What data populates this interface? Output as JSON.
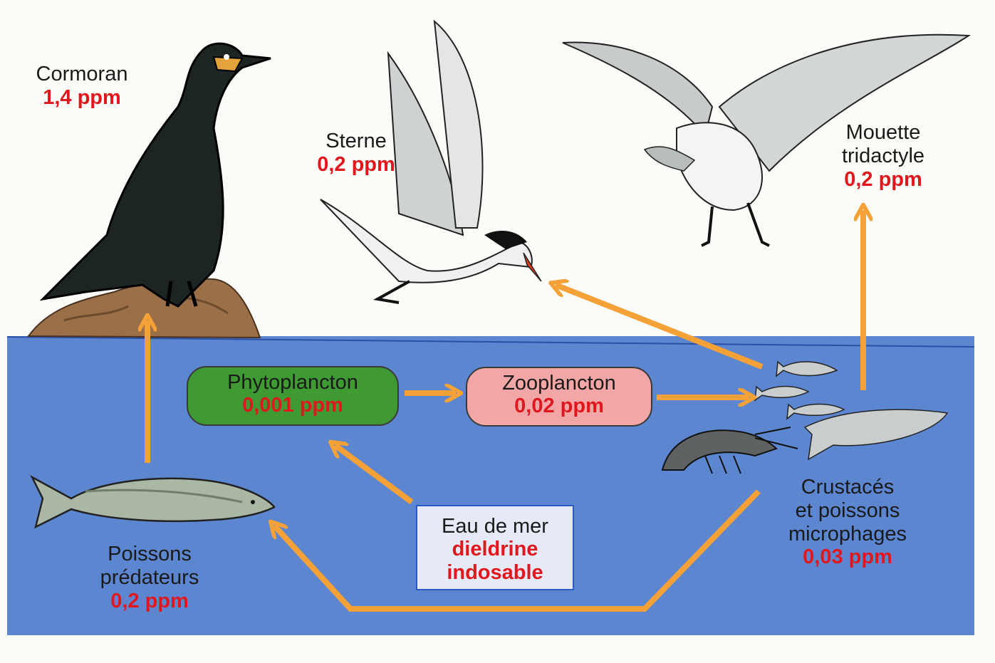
{
  "colors": {
    "sea": "#5c86cf",
    "arrow": "#f4a137",
    "highlight_red": "#e0181e",
    "phyto_box": "#3f9a34",
    "zoo_box": "#f2a6a6",
    "eau_box_border": "#2d59c7"
  },
  "organisms": {
    "cormoran": {
      "name": "Cormoran",
      "value": "1,4 ppm"
    },
    "sterne": {
      "name": "Sterne",
      "value": "0,2 ppm"
    },
    "mouette": {
      "name_line1": "Mouette",
      "name_line2": "tridactyle",
      "value": "0,2 ppm"
    },
    "poissons_predateurs": {
      "name_line1": "Poissons",
      "name_line2": "prédateurs",
      "value": "0,2 ppm"
    },
    "crustaces": {
      "name_line1": "Crustacés",
      "name_line2": "et poissons",
      "name_line3": "microphages",
      "value": "0,03 ppm"
    }
  },
  "boxes": {
    "phytoplancton": {
      "name": "Phytoplancton",
      "value": "0,001 ppm"
    },
    "zooplancton": {
      "name": "Zooplancton",
      "value": "0,02 ppm"
    },
    "eau_de_mer": {
      "name": "Eau de mer",
      "value_line1": "dieldrine",
      "value_line2": "indosable"
    }
  },
  "icons": [
    "cormorant-icon",
    "tern-icon",
    "kittiwake-icon",
    "pike-icon",
    "shrimp-icon",
    "small-fish-icon",
    "rock-icon"
  ]
}
